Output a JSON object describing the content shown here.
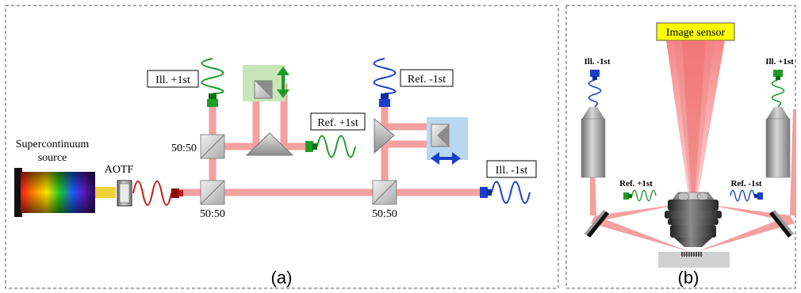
{
  "panel_a": {
    "caption": "(a)",
    "source_line1": "Supercontinuum",
    "source_line2": "source",
    "aotf": "AOTF",
    "splitter_top": "50:50",
    "splitter_bottom_left": "50:50",
    "splitter_bottom_right": "50:50",
    "ill_plus": "Ill. +1st",
    "ref_plus": "Ref. +1st",
    "ref_minus": "Ref. -1st",
    "ill_minus": "Ill. -1st"
  },
  "panel_b": {
    "caption": "(b)",
    "image_sensor": "Image sensor",
    "ill_minus": "Ill. -1st",
    "ill_plus": "Ill. +1st",
    "ref_plus": "Ref. +1st",
    "ref_minus": "Ref. -1st"
  },
  "colors": {
    "beam": "#f4a0a0",
    "green_fiber": "#1f9a2a",
    "blue_fiber": "#1a3fc9",
    "red_fiber": "#c41818",
    "sensor": "#ffff00",
    "stage_green": "#c7e6b8",
    "stage_blue": "#b9d7ee"
  }
}
